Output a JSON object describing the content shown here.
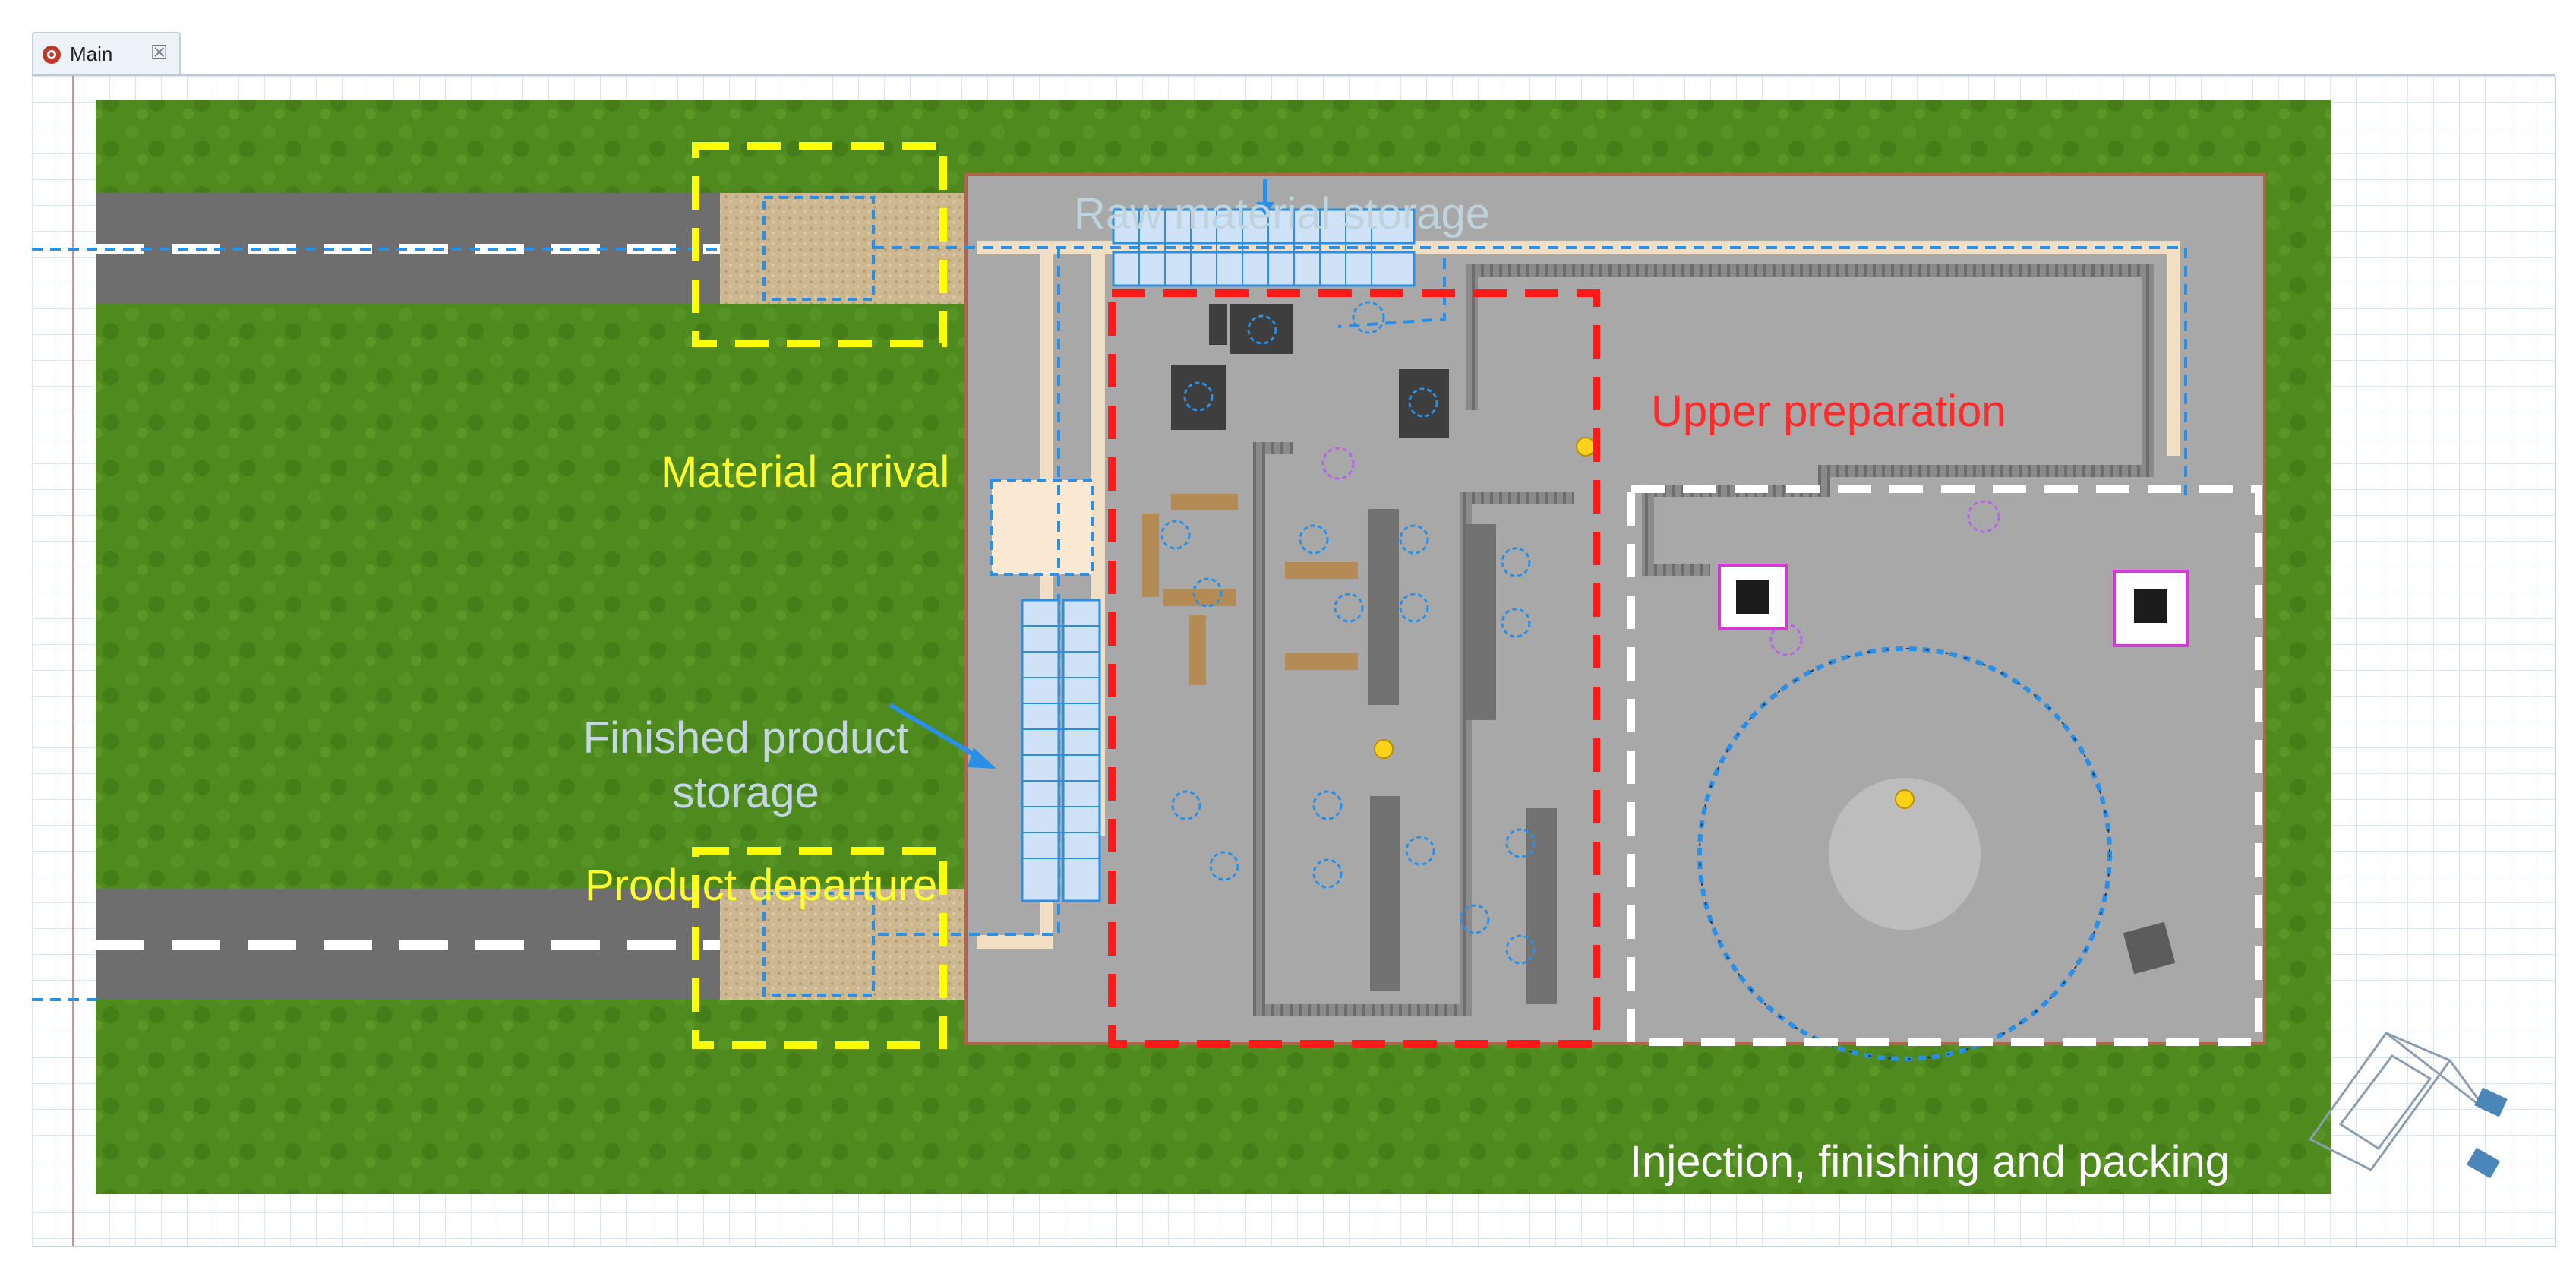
{
  "tab": {
    "title": "Main",
    "icon": "model-icon",
    "close_icon": "close-icon"
  },
  "zones": {
    "raw_material_storage": "Raw material storage",
    "upper_preparation": "Upper preparation",
    "material_arrival": "Material arrival",
    "finished_product_storage": "Finished product storage",
    "product_departure": "Product departure",
    "injection_finishing_packing": "Injection, finishing and packing"
  },
  "colors": {
    "grass": "#4f8a1f",
    "road": "#6e6e6e",
    "floor": "#a9a9a9",
    "paths": "#2a8fe6",
    "arrival_departure_border": "#ffff00",
    "upper_preparation_border": "#ff1a1a",
    "injection_border": "#ffffff",
    "label_light_blue": "#c4d6e2"
  }
}
